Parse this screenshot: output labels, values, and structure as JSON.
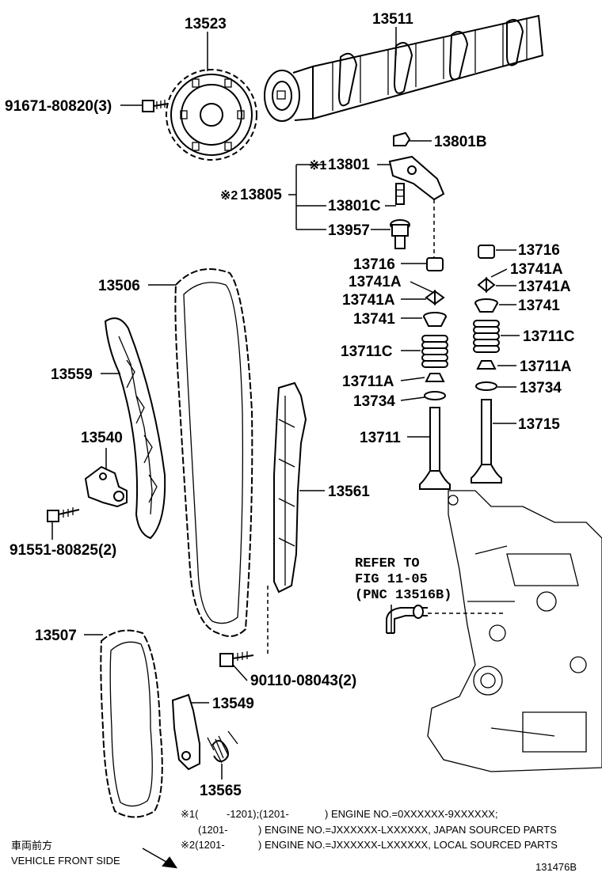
{
  "labels": {
    "p13523": "13523",
    "p13511": "13511",
    "bolt_91671": "91671-80820(3)",
    "p13801B": "13801B",
    "p13801_mark": "※1",
    "p13801": "13801",
    "p13805_mark": "※2",
    "p13805": "13805",
    "p13801C": "13801C",
    "p13957": "13957",
    "p13716_l": "13716",
    "p13716_r": "13716",
    "p13741A_1": "13741A",
    "p13741A_2": "13741A",
    "p13741A_3": "13741A",
    "p13741A_4": "13741A",
    "p13741_l": "13741",
    "p13741_r": "13741",
    "p13711C_l": "13711C",
    "p13711C_r": "13711C",
    "p13711A_l": "13711A",
    "p13711A_r": "13711A",
    "p13734_l": "13734",
    "p13734_r": "13734",
    "p13711": "13711",
    "p13715": "13715",
    "p13506": "13506",
    "p13559": "13559",
    "p13540": "13540",
    "p13561": "13561",
    "bolt_91551": "91551-80825(2)",
    "refer_1": "REFER TO",
    "refer_2": "FIG 11-05",
    "refer_3": "(PNC 13516B)",
    "p13507": "13507",
    "bolt_90110": "90110-08043(2)",
    "p13549": "13549",
    "p13565": "13565"
  },
  "notes": {
    "n1_mark": "※1(",
    "n1_a": "-1201);(1201-",
    "n1_b": ") ENGINE NO.=0XXXXXX-9XXXXXX;",
    "n2_a": "(1201-",
    "n2_b": ") ENGINE NO.=JXXXXXX-LXXXXXX, JAPAN SOURCED PARTS",
    "n3_mark": "※2(1201-",
    "n3_b": ") ENGINE NO.=JXXXXXX-LXXXXXX, LOCAL SOURCED PARTS"
  },
  "footer": {
    "vehicle_jp": "車両前方",
    "vehicle_en": "VEHICLE FRONT SIDE",
    "figure_id": "131476B"
  }
}
